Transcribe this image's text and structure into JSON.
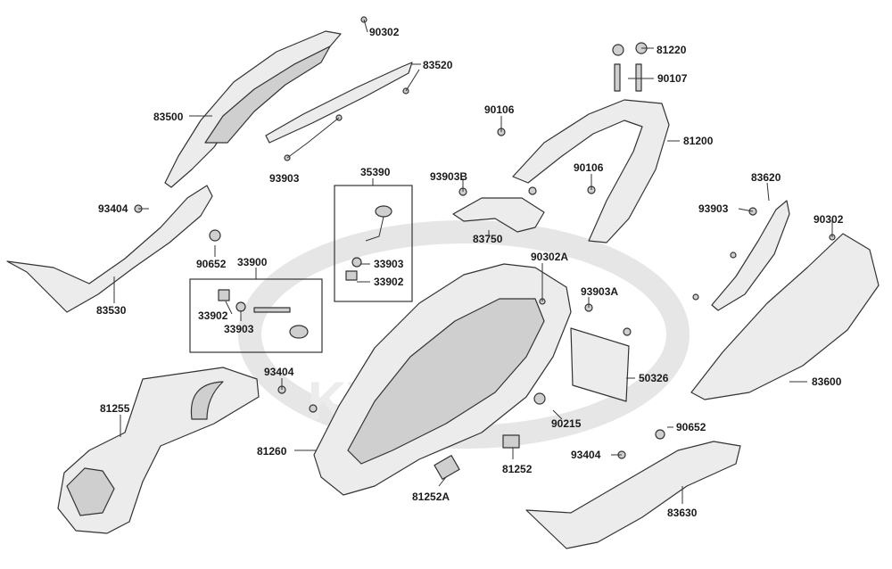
{
  "watermark": {
    "text": "KYMCO"
  },
  "callouts": [
    {
      "id": "c_90302_top",
      "label": "90302"
    },
    {
      "id": "c_83520",
      "label": "83520"
    },
    {
      "id": "c_83500",
      "label": "83500"
    },
    {
      "id": "c_93903_top",
      "label": "93903"
    },
    {
      "id": "c_81220",
      "label": "81220"
    },
    {
      "id": "c_90107",
      "label": "90107"
    },
    {
      "id": "c_90106_a",
      "label": "90106"
    },
    {
      "id": "c_81200",
      "label": "81200"
    },
    {
      "id": "c_35390",
      "label": "35390"
    },
    {
      "id": "c_93903B",
      "label": "93903B"
    },
    {
      "id": "c_90106_b",
      "label": "90106"
    },
    {
      "id": "c_83620",
      "label": "83620"
    },
    {
      "id": "c_93404_a",
      "label": "93404"
    },
    {
      "id": "c_83750",
      "label": "83750"
    },
    {
      "id": "c_93903_r",
      "label": "93903"
    },
    {
      "id": "c_90302_r",
      "label": "90302"
    },
    {
      "id": "c_90652_a",
      "label": "90652"
    },
    {
      "id": "c_33900",
      "label": "33900"
    },
    {
      "id": "c_33903_a",
      "label": "33903"
    },
    {
      "id": "c_90302A",
      "label": "90302A"
    },
    {
      "id": "c_33902_a",
      "label": "33902"
    },
    {
      "id": "c_83530",
      "label": "83530"
    },
    {
      "id": "c_33902_b",
      "label": "33902"
    },
    {
      "id": "c_93903A",
      "label": "93903A"
    },
    {
      "id": "c_33903_b",
      "label": "33903"
    },
    {
      "id": "c_93404_b",
      "label": "93404"
    },
    {
      "id": "c_50326",
      "label": "50326"
    },
    {
      "id": "c_83600",
      "label": "83600"
    },
    {
      "id": "c_81255",
      "label": "81255"
    },
    {
      "id": "c_90215",
      "label": "90215"
    },
    {
      "id": "c_90652_b",
      "label": "90652"
    },
    {
      "id": "c_81260",
      "label": "81260"
    },
    {
      "id": "c_93404_c",
      "label": "93404"
    },
    {
      "id": "c_81252",
      "label": "81252"
    },
    {
      "id": "c_81252A",
      "label": "81252A"
    },
    {
      "id": "c_83630",
      "label": "83630"
    }
  ]
}
